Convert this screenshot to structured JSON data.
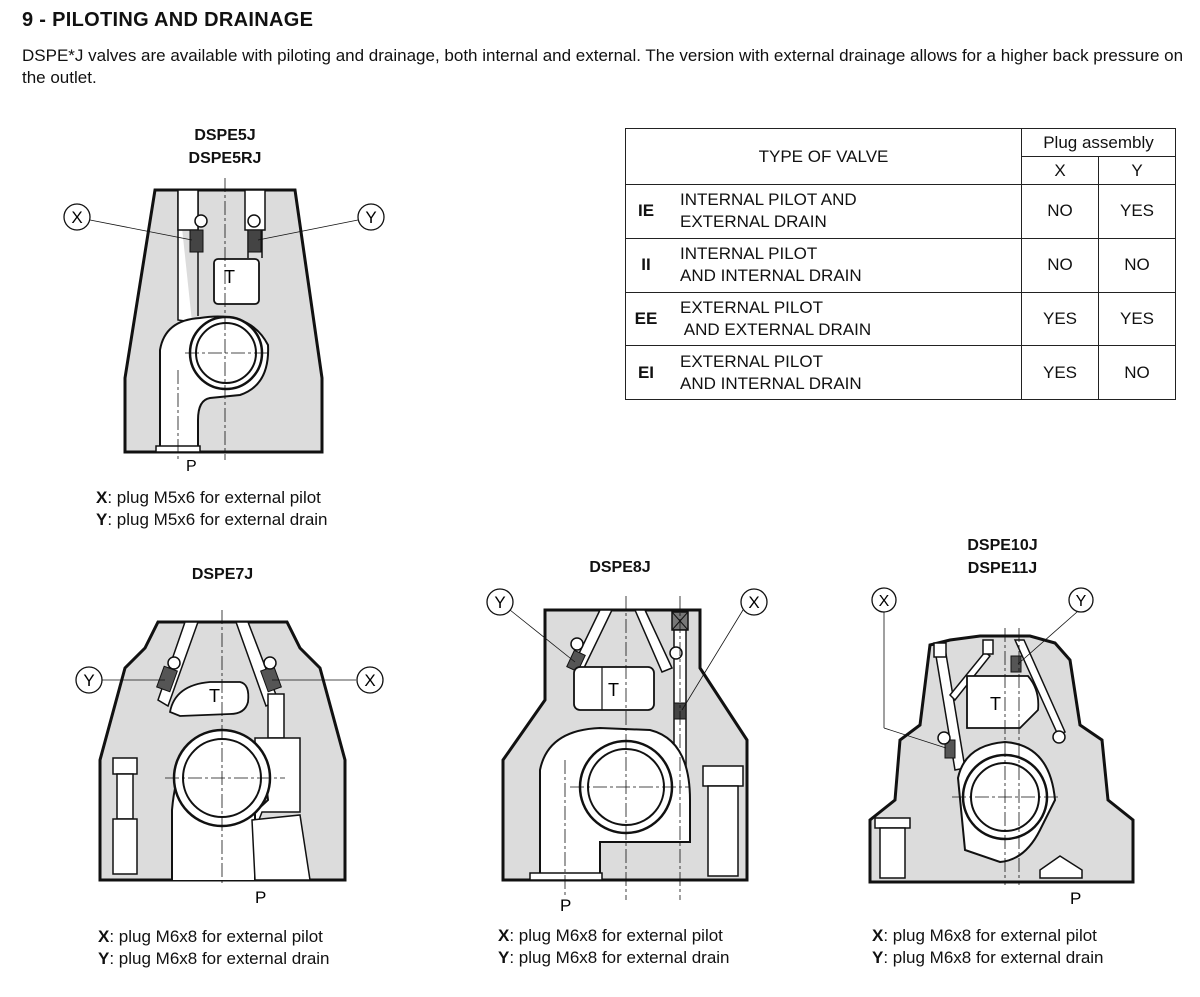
{
  "header": {
    "title": "9 - PILOTING AND DRAINAGE",
    "intro": "DSPE*J valves are available with piloting and drainage, both internal and external. The version with external drainage allows for a higher back pressure on the outlet."
  },
  "table": {
    "col_type": "TYPE OF VALVE",
    "col_plug": "Plug assembly",
    "col_x": "X",
    "col_y": "Y",
    "rows": [
      {
        "code": "IE",
        "line1": "INTERNAL PILOT AND",
        "line2": "EXTERNAL DRAIN",
        "x": "NO",
        "y": "YES"
      },
      {
        "code": "II",
        "line1": "INTERNAL PILOT",
        "line2": "AND INTERNAL DRAIN",
        "x": "NO",
        "y": "NO"
      },
      {
        "code": "EE",
        "line1": "EXTERNAL PILOT",
        "line2": " AND EXTERNAL DRAIN",
        "x": "YES",
        "y": "YES"
      },
      {
        "code": "EI",
        "line1": "EXTERNAL PILOT",
        "line2": "AND INTERNAL DRAIN",
        "x": "YES",
        "y": "NO"
      }
    ]
  },
  "diagrams": {
    "dspe5": {
      "title1": "DSPE5J",
      "title2": "DSPE5RJ",
      "x": "X",
      "y": "Y",
      "t": "T",
      "p": "P",
      "note_x_key": "X",
      "note_x": ": plug M5x6 for external pilot",
      "note_y_key": "Y",
      "note_y": ": plug M5x6 for external drain"
    },
    "dspe7": {
      "title1": "DSPE7J",
      "x": "X",
      "y": "Y",
      "t": "T",
      "p": "P",
      "note_x_key": "X",
      "note_x": ": plug M6x8 for external pilot",
      "note_y_key": "Y",
      "note_y": ": plug M6x8 for external drain"
    },
    "dspe8": {
      "title1": "DSPE8J",
      "x": "X",
      "y": "Y",
      "t": "T",
      "p": "P",
      "note_x_key": "X",
      "note_x": ": plug M6x8 for external pilot",
      "note_y_key": "Y",
      "note_y": ": plug M6x8 for external drain"
    },
    "dspe10": {
      "title1": "DSPE10J",
      "title2": "DSPE11J",
      "x": "X",
      "y": "Y",
      "t": "T",
      "p": "P",
      "note_x_key": "X",
      "note_x": ": plug M6x8 for external pilot",
      "note_y_key": "Y",
      "note_y": ": plug M6x8 for external drain"
    }
  },
  "colors": {
    "body_fill": "#dcdcdc",
    "line": "#111111",
    "plug": "#555555"
  }
}
